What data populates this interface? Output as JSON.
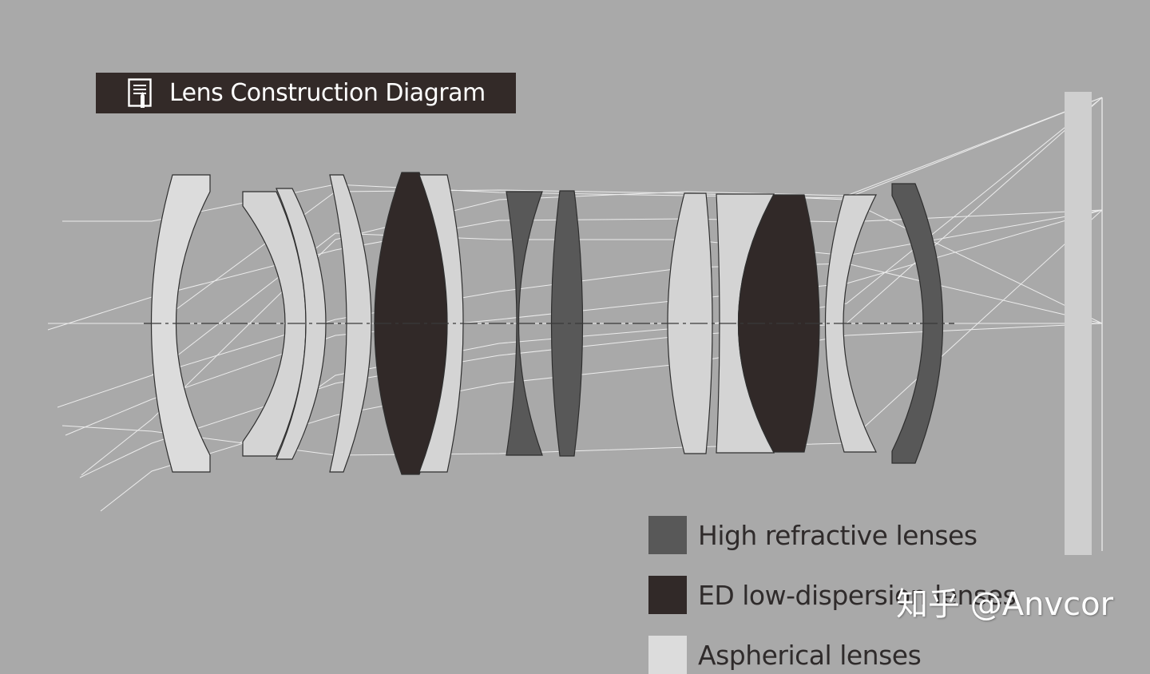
{
  "title": {
    "text": "Lens Construction Diagram",
    "icon": "document-pencil-icon"
  },
  "legend": [
    {
      "label": "High refractive lenses",
      "color": "#585858"
    },
    {
      "label": "ED low-dispersion lenses",
      "color": "#312928"
    },
    {
      "label": "Aspherical lenses",
      "color": "#dcdcdc"
    }
  ],
  "watermark": "知乎 @Anvcor",
  "colors": {
    "background": "#a9a9a9",
    "standard_element": "#d4d4d4",
    "high_refractive": "#585858",
    "ed_low_dispersion": "#312928",
    "aspherical": "#dcdcdc",
    "sensor": "#cfcfcf",
    "ray": "#ececec"
  },
  "lens_elements": [
    {
      "id": "L1",
      "type": "aspherical"
    },
    {
      "id": "L2",
      "type": "standard"
    },
    {
      "id": "L3",
      "type": "standard"
    },
    {
      "id": "L4",
      "type": "standard"
    },
    {
      "id": "L5",
      "type": "ed_low_dispersion"
    },
    {
      "id": "L6",
      "type": "standard"
    },
    {
      "id": "L7",
      "type": "high_refractive"
    },
    {
      "id": "L8",
      "type": "high_refractive"
    },
    {
      "id": "L9",
      "type": "standard"
    },
    {
      "id": "L10",
      "type": "standard"
    },
    {
      "id": "L11",
      "type": "ed_low_dispersion"
    },
    {
      "id": "L12",
      "type": "standard"
    },
    {
      "id": "L13",
      "type": "high_refractive"
    }
  ]
}
